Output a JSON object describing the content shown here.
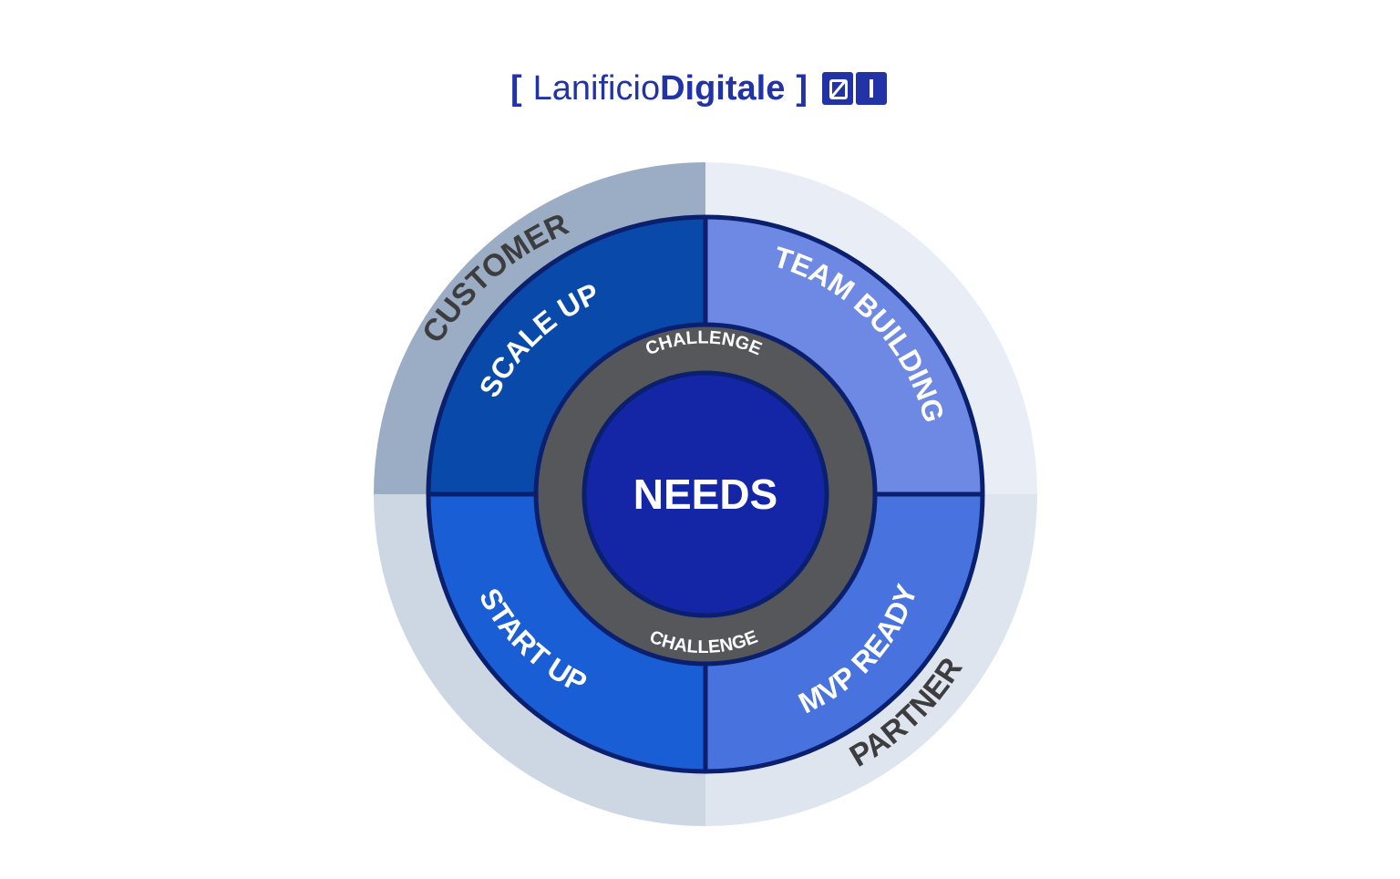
{
  "logo": {
    "open_bracket": "[",
    "light": "Lanificio",
    "bold": "Digitale",
    "close_bracket": "]",
    "badge_icons": [
      "zero-slash-icon",
      "one-bar-icon"
    ]
  },
  "diagram": {
    "center": "NEEDS",
    "ring": {
      "top": "CHALLENGE",
      "bottom": "CHALLENGE"
    },
    "quadrants": {
      "top_left": "SCALE UP",
      "top_right": "TEAM BUILDING",
      "bottom_left": "START UP",
      "bottom_right": "MVP READY"
    },
    "outer": {
      "top_left": "CUSTOMER",
      "bottom_right": "PARTNER"
    },
    "colors": {
      "brand": "#2233a8",
      "outer_top_left": "#9aadc4",
      "outer_top_right": "#e9eef6",
      "outer_bottom_left": "#cdd6e3",
      "outer_bottom_right": "#dfe5ee",
      "scale_up": "#0849aa",
      "team_building": "#6e89e4",
      "start_up": "#1a5ed6",
      "mvp_ready": "#4873df",
      "challenge_ring": "#56575b",
      "needs_core": "#1426a6",
      "outline": "#0a1f6e",
      "outer_text": "#3d3d3f",
      "inner_text": "#ffffff"
    }
  }
}
